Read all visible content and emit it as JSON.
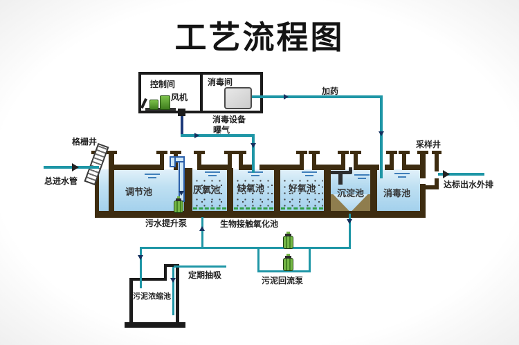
{
  "title": "工艺流程图",
  "building": {
    "control_room": "控制间",
    "fan": "风机",
    "disinfection_room": "消毒间",
    "disinfection_equipment": "消毒设备"
  },
  "flows": {
    "aeration": "曝气",
    "dosing": "加药",
    "inlet": "总进水管",
    "outlet": "达标出水外排",
    "periodic_suction": "定期抽吸"
  },
  "wells": {
    "screen_well": "格栅井",
    "sampling_well": "采样井"
  },
  "tanks": {
    "regulating": "调节池",
    "anaerobic": "厌氧池",
    "anoxic": "缺氧池",
    "aerobic": "好氧池",
    "sedimentation": "沉淀池",
    "disinfection": "消毒池",
    "sludge_thickening": "污泥浓缩池"
  },
  "equipment_labels": {
    "lift_pump": "污水提升泵",
    "bio_contact_tank": "生物接触氧化池",
    "sludge_return_pump": "污泥回流泵"
  },
  "colors": {
    "wall_brown": "#3d2c10",
    "pipe_teal": "#1e96a6",
    "pipe_navy": "#1d3a7a",
    "water_blue": "#a2d0ec",
    "diffuser_green": "#2f9e44",
    "pump_green": "#76b847"
  }
}
